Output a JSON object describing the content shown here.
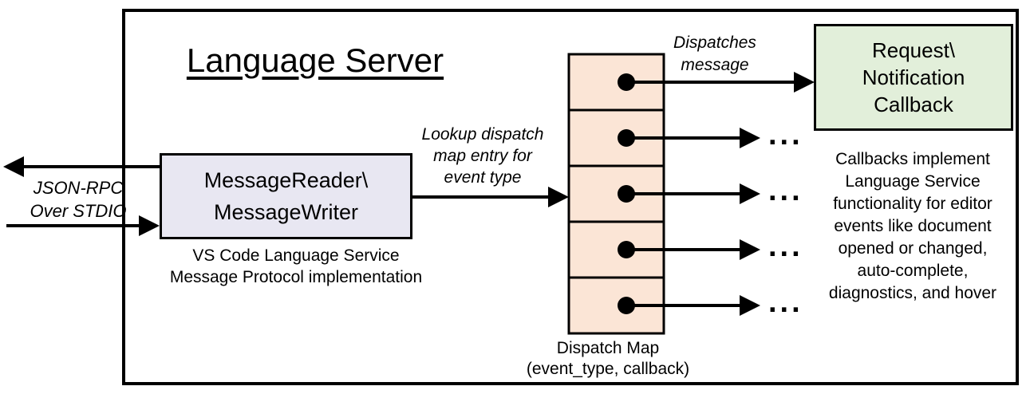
{
  "diagram": {
    "title": "Language Server",
    "io_label": {
      "line1": "JSON-RPC",
      "line2": "Over STDIO"
    },
    "reader_box": {
      "line1": "MessageReader\\",
      "line2": "MessageWriter"
    },
    "reader_caption": {
      "line1": "VS Code Language Service",
      "line2": "Message Protocol implementation"
    },
    "lookup_label": {
      "line1": "Lookup dispatch",
      "line2": "map entry for",
      "line3": "event type"
    },
    "dispatches_label": {
      "line1": "Dispatches",
      "line2": "message"
    },
    "callback_box": {
      "line1": "Request\\",
      "line2": "Notification",
      "line3": "Callback"
    },
    "note": {
      "lines": [
        "Callbacks implement",
        "Language Service",
        "functionality for editor",
        "events like document",
        "opened or changed,",
        "auto-complete,",
        "diagnostics, and hover"
      ]
    },
    "map_caption": {
      "line1": "Dispatch Map",
      "line2": "(event_type, callback)"
    },
    "ellipsis": "...",
    "dispatch_map_cell_count": 5,
    "colors": {
      "reader_box_fill": "#e8e7f2",
      "dispatch_map_fill": "#fbe5d6",
      "callback_box_fill": "#e2efda",
      "line_color": "#000000",
      "background": "#ffffff"
    }
  }
}
